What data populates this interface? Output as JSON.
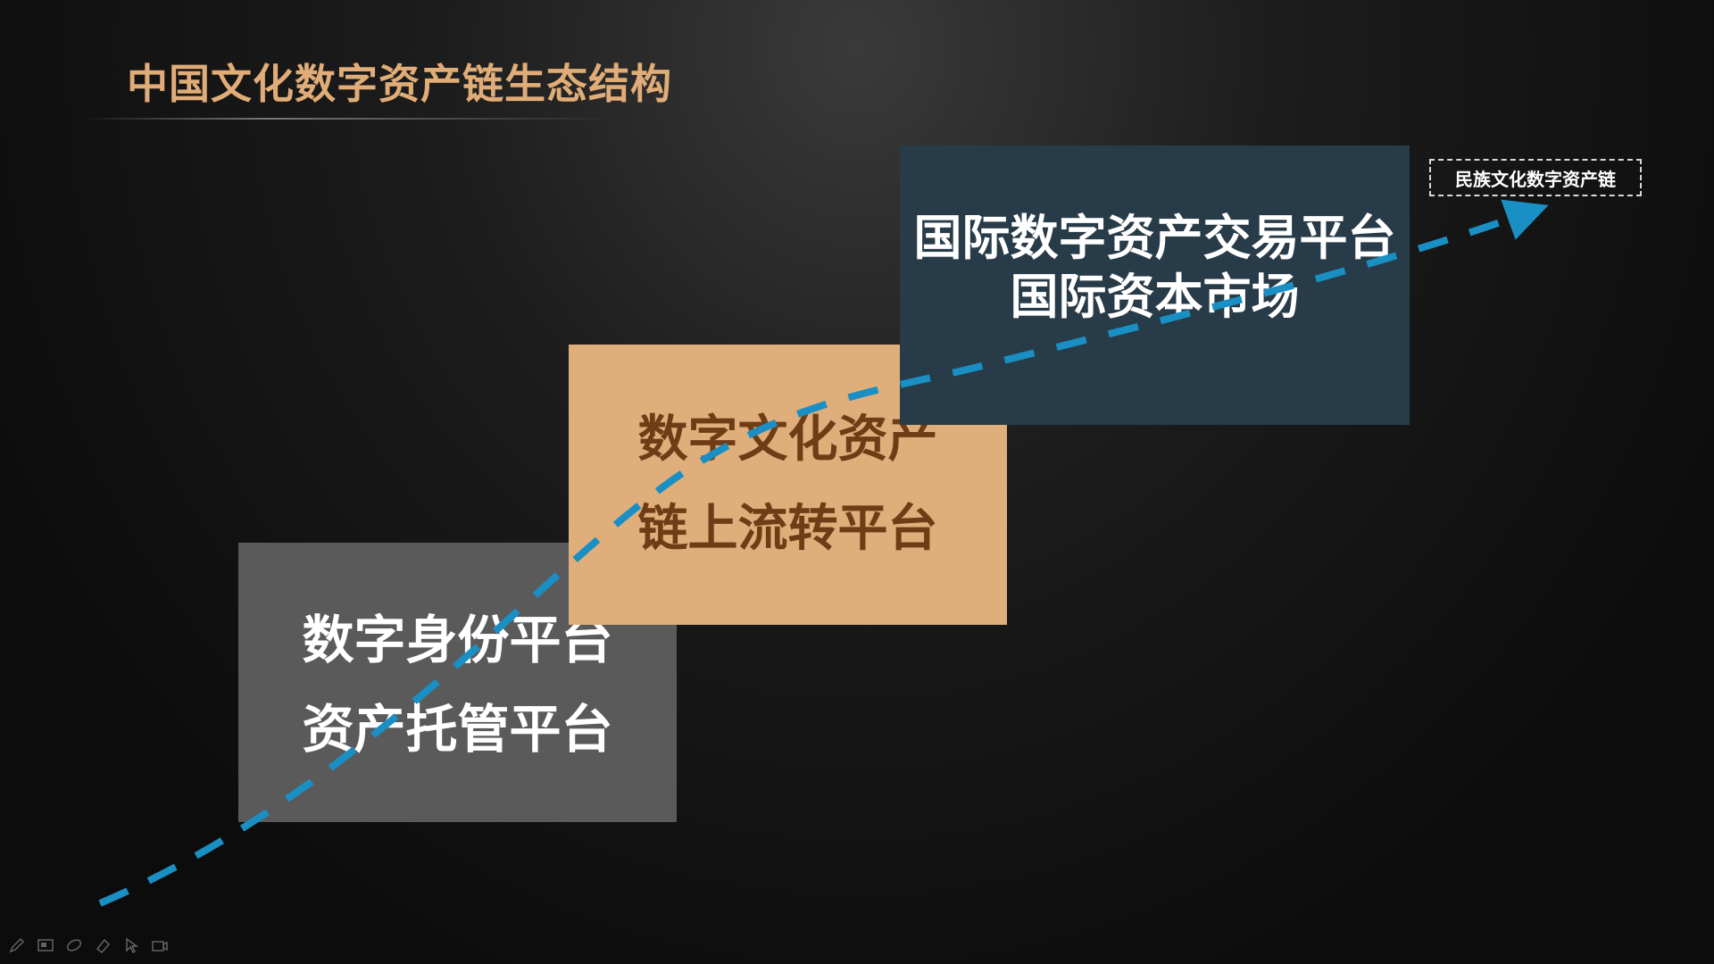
{
  "slide": {
    "title": "中国文化数字资产链生态结构"
  },
  "boxes": {
    "gray": {
      "line1": "数字身份平台",
      "line2": "资产托管平台",
      "color": "#5a5a5a"
    },
    "tan": {
      "line1": "数字文化资产",
      "line2": "链上流转平台",
      "color": "#dfae7b"
    },
    "navy": {
      "line1": "国际数字资产交易平台",
      "line2": "国际资本市场",
      "color": "#283b48"
    }
  },
  "tag": {
    "label": "民族文化数字资产链"
  },
  "arrow": {
    "color": "#1a8fc4"
  },
  "toolbar": {
    "icons": [
      "pen-icon",
      "screen-icon",
      "eraser-shape-icon",
      "eraser-icon",
      "pointer-icon",
      "camera-icon"
    ]
  },
  "colors": {
    "title": "#e0ad78",
    "tan_text": "#6e3d15"
  }
}
